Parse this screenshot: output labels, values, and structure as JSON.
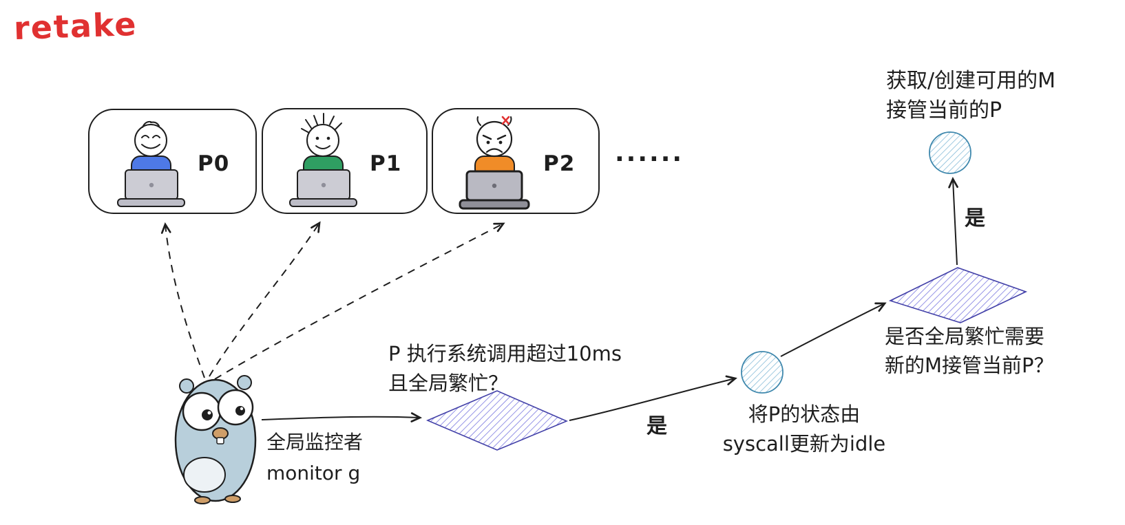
{
  "title": "retake",
  "processors": [
    {
      "label": "P0"
    },
    {
      "label": "P1"
    },
    {
      "label": "P2"
    }
  ],
  "ellipsis": "......",
  "monitor": {
    "name_cn": "全局监控者",
    "name_en": "monitor g"
  },
  "flow": {
    "decision1": {
      "line1": "P 执行系统调用超过10ms",
      "line2": "且全局繁忙？"
    },
    "edge1_label": "是",
    "action1": {
      "line1": "将P的状态由",
      "line2": "syscall更新为idle"
    },
    "decision2": {
      "line1": "是否全局繁忙需要",
      "line2": "新的M接管当前P？"
    },
    "edge2_label": "是",
    "action2": {
      "line1": "获取/创建可用的M",
      "line2": "接管当前的P"
    }
  },
  "colors": {
    "title_red": "#e03131",
    "ink": "#1e1e1e",
    "diamond_hatch": "#7b79e0",
    "circle_hatch": "#7fb8d6",
    "p0_shirt_blue": "#4e79e6",
    "p1_shirt_green": "#2f9e62",
    "p2_shirt_orange": "#f08c28",
    "gopher_body": "#b8cfdb"
  }
}
